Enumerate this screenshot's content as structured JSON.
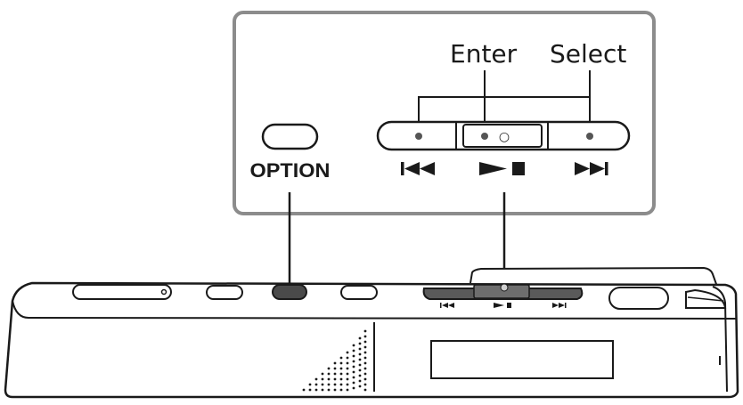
{
  "callout": {
    "enter_label": "Enter",
    "select_label": "Select",
    "option_label": "OPTION",
    "center_button_mark": "○"
  },
  "icons": {
    "prev": "skip-previous-icon",
    "play_stop": "play-stop-icon",
    "next": "skip-next-icon"
  },
  "colors": {
    "stroke": "#1a1a1a",
    "callout_border": "#8c8c8c",
    "device_fill": "#ffffff",
    "slider_fill": "#5a5a5a",
    "pointer_dot": "#555555"
  }
}
